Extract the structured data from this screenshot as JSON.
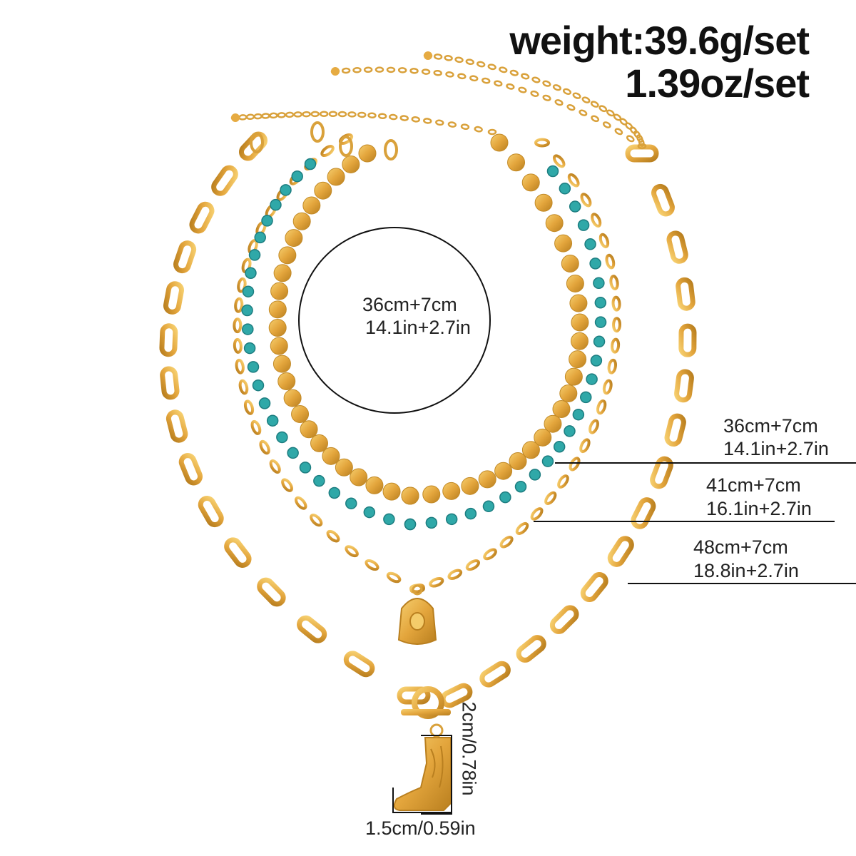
{
  "weight": {
    "line1": "weight:39.6g/set",
    "line2": "1.39oz/set"
  },
  "oval_label": {
    "cm": "36cm+7cm",
    "inch": "14.1in+2.7in"
  },
  "lengths": [
    {
      "cm": "36cm+7cm",
      "inch": "14.1in+2.7in"
    },
    {
      "cm": "41cm+7cm",
      "inch": "16.1in+2.7in"
    },
    {
      "cm": "48cm+7cm",
      "inch": "18.8in+2.7in"
    }
  ],
  "pendant": {
    "height": "2cm/0.78in",
    "width": "1.5cm/0.59in"
  },
  "colors": {
    "gold": "#e6ab42",
    "gold_dark": "#b97f1f",
    "turquoise": "#2fa8a8",
    "ink": "#111111"
  }
}
